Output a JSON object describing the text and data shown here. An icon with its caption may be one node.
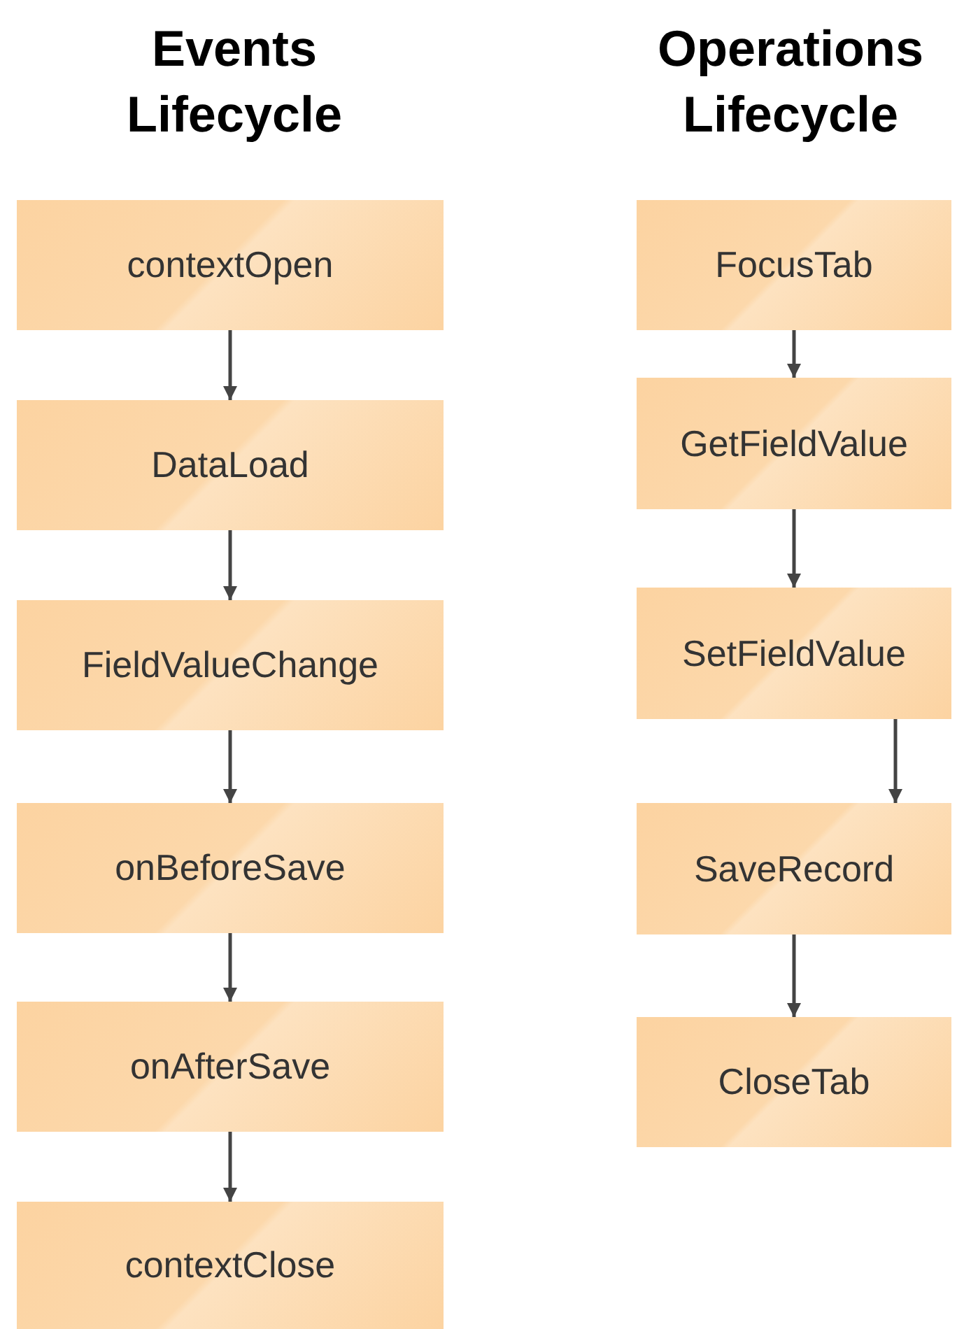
{
  "diagram": {
    "nodes": [
      {
        "text": [
          "contextOpen"
        ]
      },
      {
        "text": [
          "DataLoad"
        ]
      },
      {
        "text": [
          "FieldValueChange"
        ]
      },
      {
        "text": [
          "onBeforeSave"
        ]
      },
      {
        "text": [
          "onAfterSave"
        ]
      },
      {
        "text": [
          "contextClose"
        ]
      },
      {
        "text": [
          "FocusTab"
        ]
      },
      {
        "text": [
          "GetFieldValue"
        ]
      },
      {
        "text": [
          "SetFieldValue"
        ]
      },
      {
        "text": [
          "SaveRecord"
        ]
      },
      {
        "text": [
          "CloseTab"
        ]
      }
    ],
    "edges": [
      {
        "from": 0,
        "to": 1,
        "arrow": "to"
      },
      {
        "from": 1,
        "to": 2,
        "arrow": "to"
      },
      {
        "from": 2,
        "to": 3,
        "arrow": "to"
      },
      {
        "from": 3,
        "to": 4,
        "arrow": "to"
      },
      {
        "from": 4,
        "to": 5,
        "arrow": "to"
      },
      {
        "from": 6,
        "to": 7,
        "arrow": "to"
      },
      {
        "from": 7,
        "to": 8,
        "arrow": "to"
      },
      {
        "from": 8,
        "to": 9,
        "arrow": "to"
      },
      {
        "from": 9,
        "to": 10,
        "arrow": "to"
      }
    ],
    "labels": [
      "Events Lifecycle",
      "Operations Lifecycle"
    ]
  }
}
